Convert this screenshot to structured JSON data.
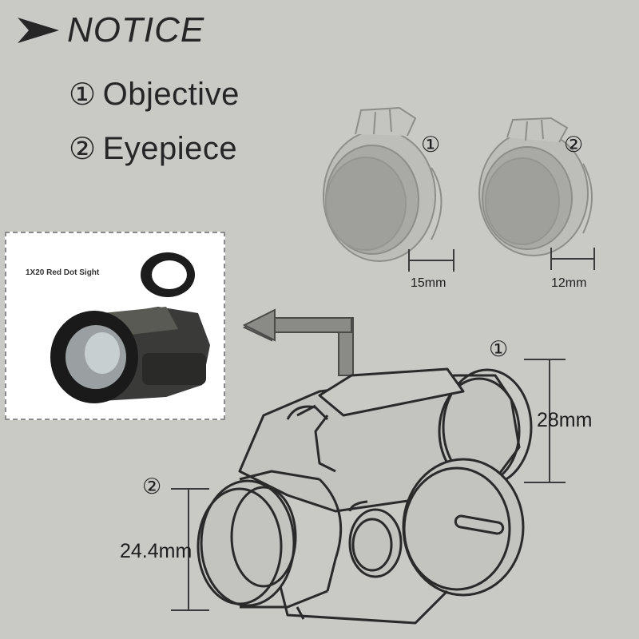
{
  "notice": {
    "title": "NOTICE",
    "items": [
      {
        "number": "①",
        "label": "Objective"
      },
      {
        "number": "②",
        "label": "Eyepiece"
      }
    ]
  },
  "photo": {
    "caption": "1X20 Red Dot Sight"
  },
  "caps": [
    {
      "number": "①",
      "dimension": "15mm"
    },
    {
      "number": "②",
      "dimension": "12mm"
    }
  ],
  "scope": {
    "objective_number": "①",
    "objective_dimension": "28mm",
    "eyepiece_number": "②",
    "eyepiece_dimension": "24.4mm"
  },
  "colors": {
    "background": "#c9c9c6",
    "line": "#2a2a2a",
    "photo_background": "#ffffff"
  },
  "icons": [
    "arrow-head-icon",
    "bent-arrow-icon"
  ]
}
